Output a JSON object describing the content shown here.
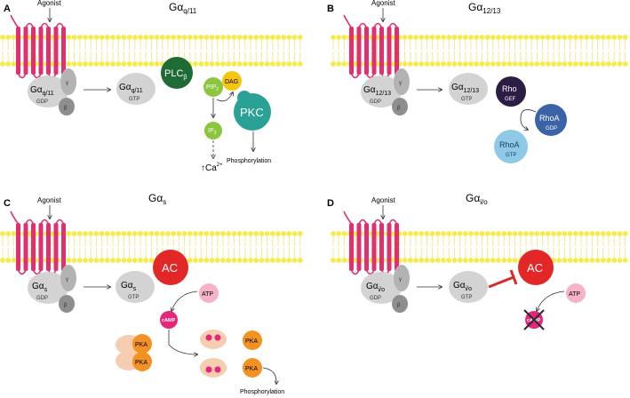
{
  "colors": {
    "receptor": "#e0306f",
    "membrane_head": "#f6ea4c",
    "membrane_tail": "#f4e98d",
    "galpha": "#d3d3d3",
    "gbeta": "#8e8e8e",
    "plc": "#1f6b36",
    "pip2": "#8cc63f",
    "dag": "#f5c60f",
    "pkc": "#2aa195",
    "rhogef": "#2c1d45",
    "rhoa_gdp": "#3a63a8",
    "rhoa_gtp": "#8ec9e8",
    "ac": "#e32626",
    "atp": "#f6b3c8",
    "camp": "#e5277b",
    "pka": "#f39223",
    "pka_reg": "#f6cdb0",
    "inhibit": "#d52b2b"
  },
  "panels": {
    "A": {
      "label": "A",
      "title": "Gαq/11",
      "title_main": "Gα",
      "title_sub": "q/11",
      "agonist": "Agonist",
      "galpha_main": "Gα",
      "galpha_sub": "q/11",
      "gdp": "GDP",
      "gtp": "GTP",
      "gamma": "γ",
      "beta": "β",
      "plc_main": "PLC",
      "plc_sub": "β",
      "pip2_main": "PIP",
      "pip2_sub": "2",
      "dag": "DAG",
      "pkc": "PKC",
      "ip3_main": "IP",
      "ip3_sub": "3",
      "ca_main": "Ca",
      "ca_sup": "2+",
      "arrow_up": "↑",
      "phosphorylation": "Phosphorylation"
    },
    "B": {
      "label": "B",
      "title": "Gα12/13",
      "title_main": "Gα",
      "title_sub": "12/13",
      "agonist": "Agonist",
      "galpha_main": "Gα",
      "galpha_sub": "12/13",
      "gdp": "GDP",
      "gtp": "GTP",
      "gamma": "γ",
      "beta": "β",
      "rho": "Rho",
      "gef": "GEF",
      "rhoa": "RhoA",
      "rhoa_gdp": "GDP",
      "rhoa_gtp": "GTP"
    },
    "C": {
      "label": "C",
      "title": "Gαs",
      "title_main": "Gα",
      "title_sub": "s",
      "agonist": "Agonist",
      "galpha_main": "Gα",
      "galpha_sub": "s",
      "gdp": "GDP",
      "gtp": "GTP",
      "gamma": "γ",
      "beta": "β",
      "ac": "AC",
      "atp": "ATP",
      "camp": "cAMP",
      "pka": "PKA",
      "phosphorylation": "Phosphorylation"
    },
    "D": {
      "label": "D",
      "title": "Gαi/o",
      "title_main": "Gα",
      "title_sub": "i/o",
      "agonist": "Agonist",
      "galpha_main": "Gα",
      "galpha_sub": "i/o",
      "gdp": "GDP",
      "gtp": "GTP",
      "gamma": "γ",
      "beta": "β",
      "ac": "AC",
      "atp": "ATP",
      "camp": "cAMP"
    }
  }
}
